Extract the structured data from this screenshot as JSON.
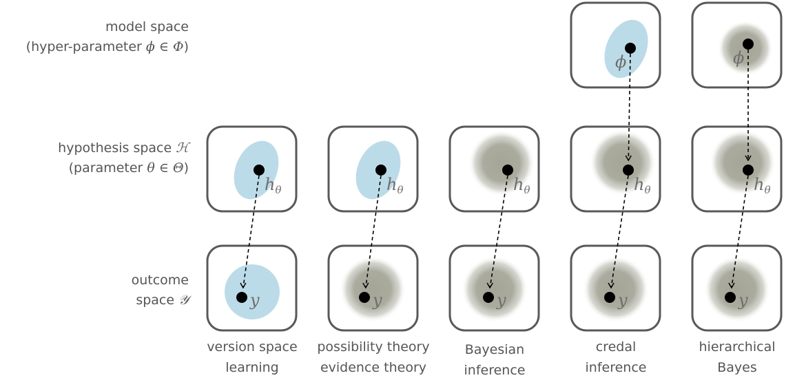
{
  "row_labels": {
    "model": {
      "line1": "model space",
      "line2_text": "(hyper-parameter ",
      "line2_math": "ϕ ∈ Φ",
      "line2_end": ")"
    },
    "hypothesis": {
      "line1_text": "hypothesis space ",
      "line1_math": "ℋ",
      "line2_text": "(parameter ",
      "line2_math": "θ ∈ Θ",
      "line2_end": ")"
    },
    "outcome": {
      "line1": "outcome",
      "line2_text": "space ",
      "line2_math": "𝒴"
    }
  },
  "column_labels": [
    {
      "line1": "version space",
      "line2": "learning"
    },
    {
      "line1": "possibility theory",
      "line2": "evidence theory"
    },
    {
      "line1": "Bayesian",
      "line2": "inference"
    },
    {
      "line1": "credal",
      "line2": "inference"
    },
    {
      "line1": "hierarchical",
      "line2": "Bayes"
    }
  ],
  "symbols": {
    "phi": "ϕ",
    "h": "h",
    "theta": "θ",
    "y": "y"
  },
  "colors": {
    "set_fill": "#bcdbe8",
    "distribution_fill": "#a4a597",
    "box_stroke": "#595959",
    "dot": "#000000"
  },
  "columns": [
    {
      "model": null,
      "hypothesis": "set",
      "outcome": "set"
    },
    {
      "model": null,
      "hypothesis": "set",
      "outcome": "distribution"
    },
    {
      "model": null,
      "hypothesis": "distribution",
      "outcome": "distribution"
    },
    {
      "model": "set",
      "hypothesis": "distribution",
      "outcome": "distribution"
    },
    {
      "model": "distribution",
      "hypothesis": "distribution",
      "outcome": "distribution"
    }
  ]
}
